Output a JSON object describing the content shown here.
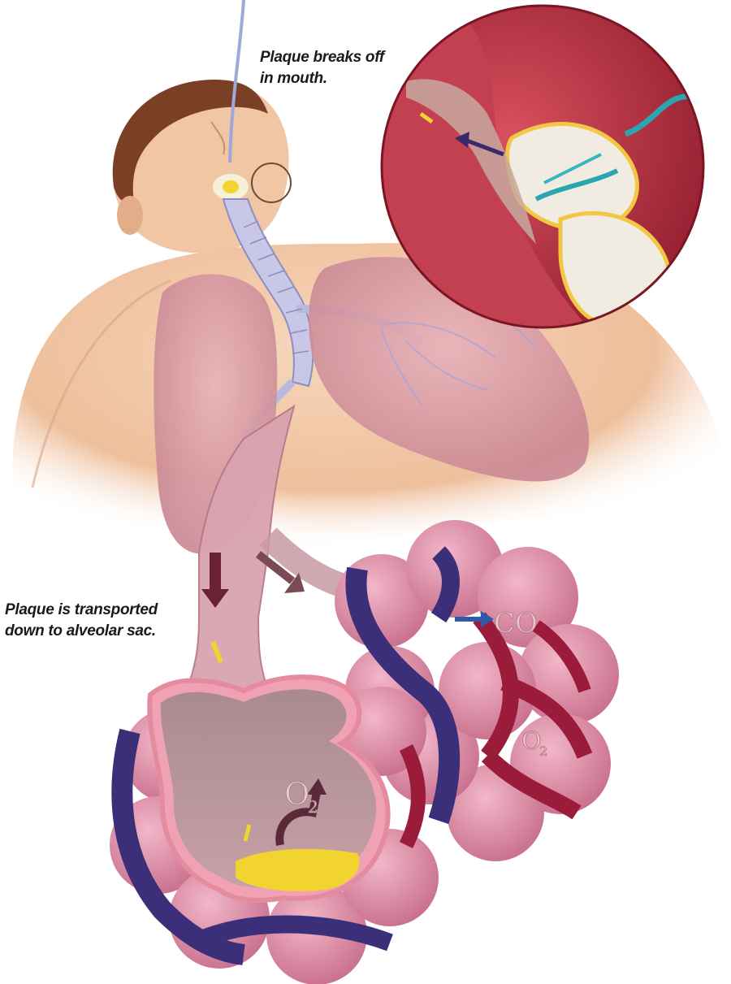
{
  "labels": {
    "mouth_line1": "Plaque breaks off",
    "mouth_line2": "in mouth.",
    "alveolar_line1": "Plaque is transported",
    "alveolar_line2": "down to alveolar sac."
  },
  "gas_labels": {
    "co2_inner": "O",
    "co2_sub": "2",
    "co2_right": "CO",
    "o2_right": "O",
    "o2_right_sub": "2"
  },
  "colors": {
    "skin": "#f0c6a4",
    "skin_shadow": "#d9a583",
    "hair": "#7a3f24",
    "lung": "#d89aa4",
    "alveoli": "#d98aa4",
    "vein": "#3b2f7a",
    "artery": "#9b1b3a",
    "plaque": "#f2d430",
    "airway": "#b9b8df",
    "gum": "#a8263a",
    "tooth": "#f1ece2"
  }
}
